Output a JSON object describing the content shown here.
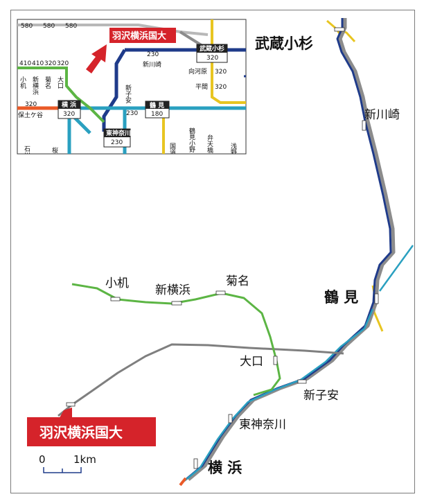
{
  "main_map": {
    "stations": {
      "musashi_kosugi": "武蔵小杉",
      "shin_kawasaki": "新川崎",
      "tsurumi": "鶴 見",
      "shinkoyasu": "新子安",
      "higashi_kanagawa": "東神奈川",
      "yokohama": "横 浜",
      "okurayama_kozukue": "小机",
      "shin_yokohama": "新横浜",
      "kikuna": "菊名",
      "oguchi": "大口"
    },
    "callout_label": "羽沢横浜国大",
    "scale": {
      "zero": "0",
      "one": "1km"
    }
  },
  "inset_map": {
    "callout_label": "羽沢横浜国大",
    "top_fares": [
      "580",
      "580",
      "580"
    ],
    "left_fares": [
      "410",
      "410",
      "320",
      "320"
    ],
    "left_stations": [
      "小机",
      "新横浜",
      "菊名",
      "大口"
    ],
    "hodogaya": {
      "fare": "320",
      "name": "保土ケ谷"
    },
    "yokohama": {
      "name": "横 浜",
      "fare": "320"
    },
    "musashi_kosugi": {
      "name": "武蔵小杉",
      "fare": "320",
      "inbound_fare": "230"
    },
    "shin_kawasaki": "新川崎",
    "mukaigawara": {
      "name": "向河原",
      "fare": "320"
    },
    "hirama": {
      "name": "平間",
      "fare": "320"
    },
    "shinkoyasu": {
      "name": "新子安",
      "fare": "230"
    },
    "tsurumi": {
      "name": "鶴 見",
      "fare": "180"
    },
    "higashi_kanagawa": {
      "name": "東神奈川",
      "fare": "230"
    },
    "bottom_labels": [
      "石川",
      "桜",
      "国道",
      "鶴見小野",
      "弁天橋",
      "浅野"
    ]
  },
  "colors": {
    "tokaido_gray": "#8c8c8c",
    "keihin_blue": "#1c6fb4",
    "yokohama_green": "#5cb544",
    "nambu_yellow": "#e8c521",
    "tsurumi_yellow": "#e8c521",
    "sotetsu_orange": "#ea5a28",
    "callout_red": "#d5232a",
    "navy": "#1f3b8a",
    "teal": "#2aa0c0",
    "new_line_gray": "#7f7f7f"
  }
}
